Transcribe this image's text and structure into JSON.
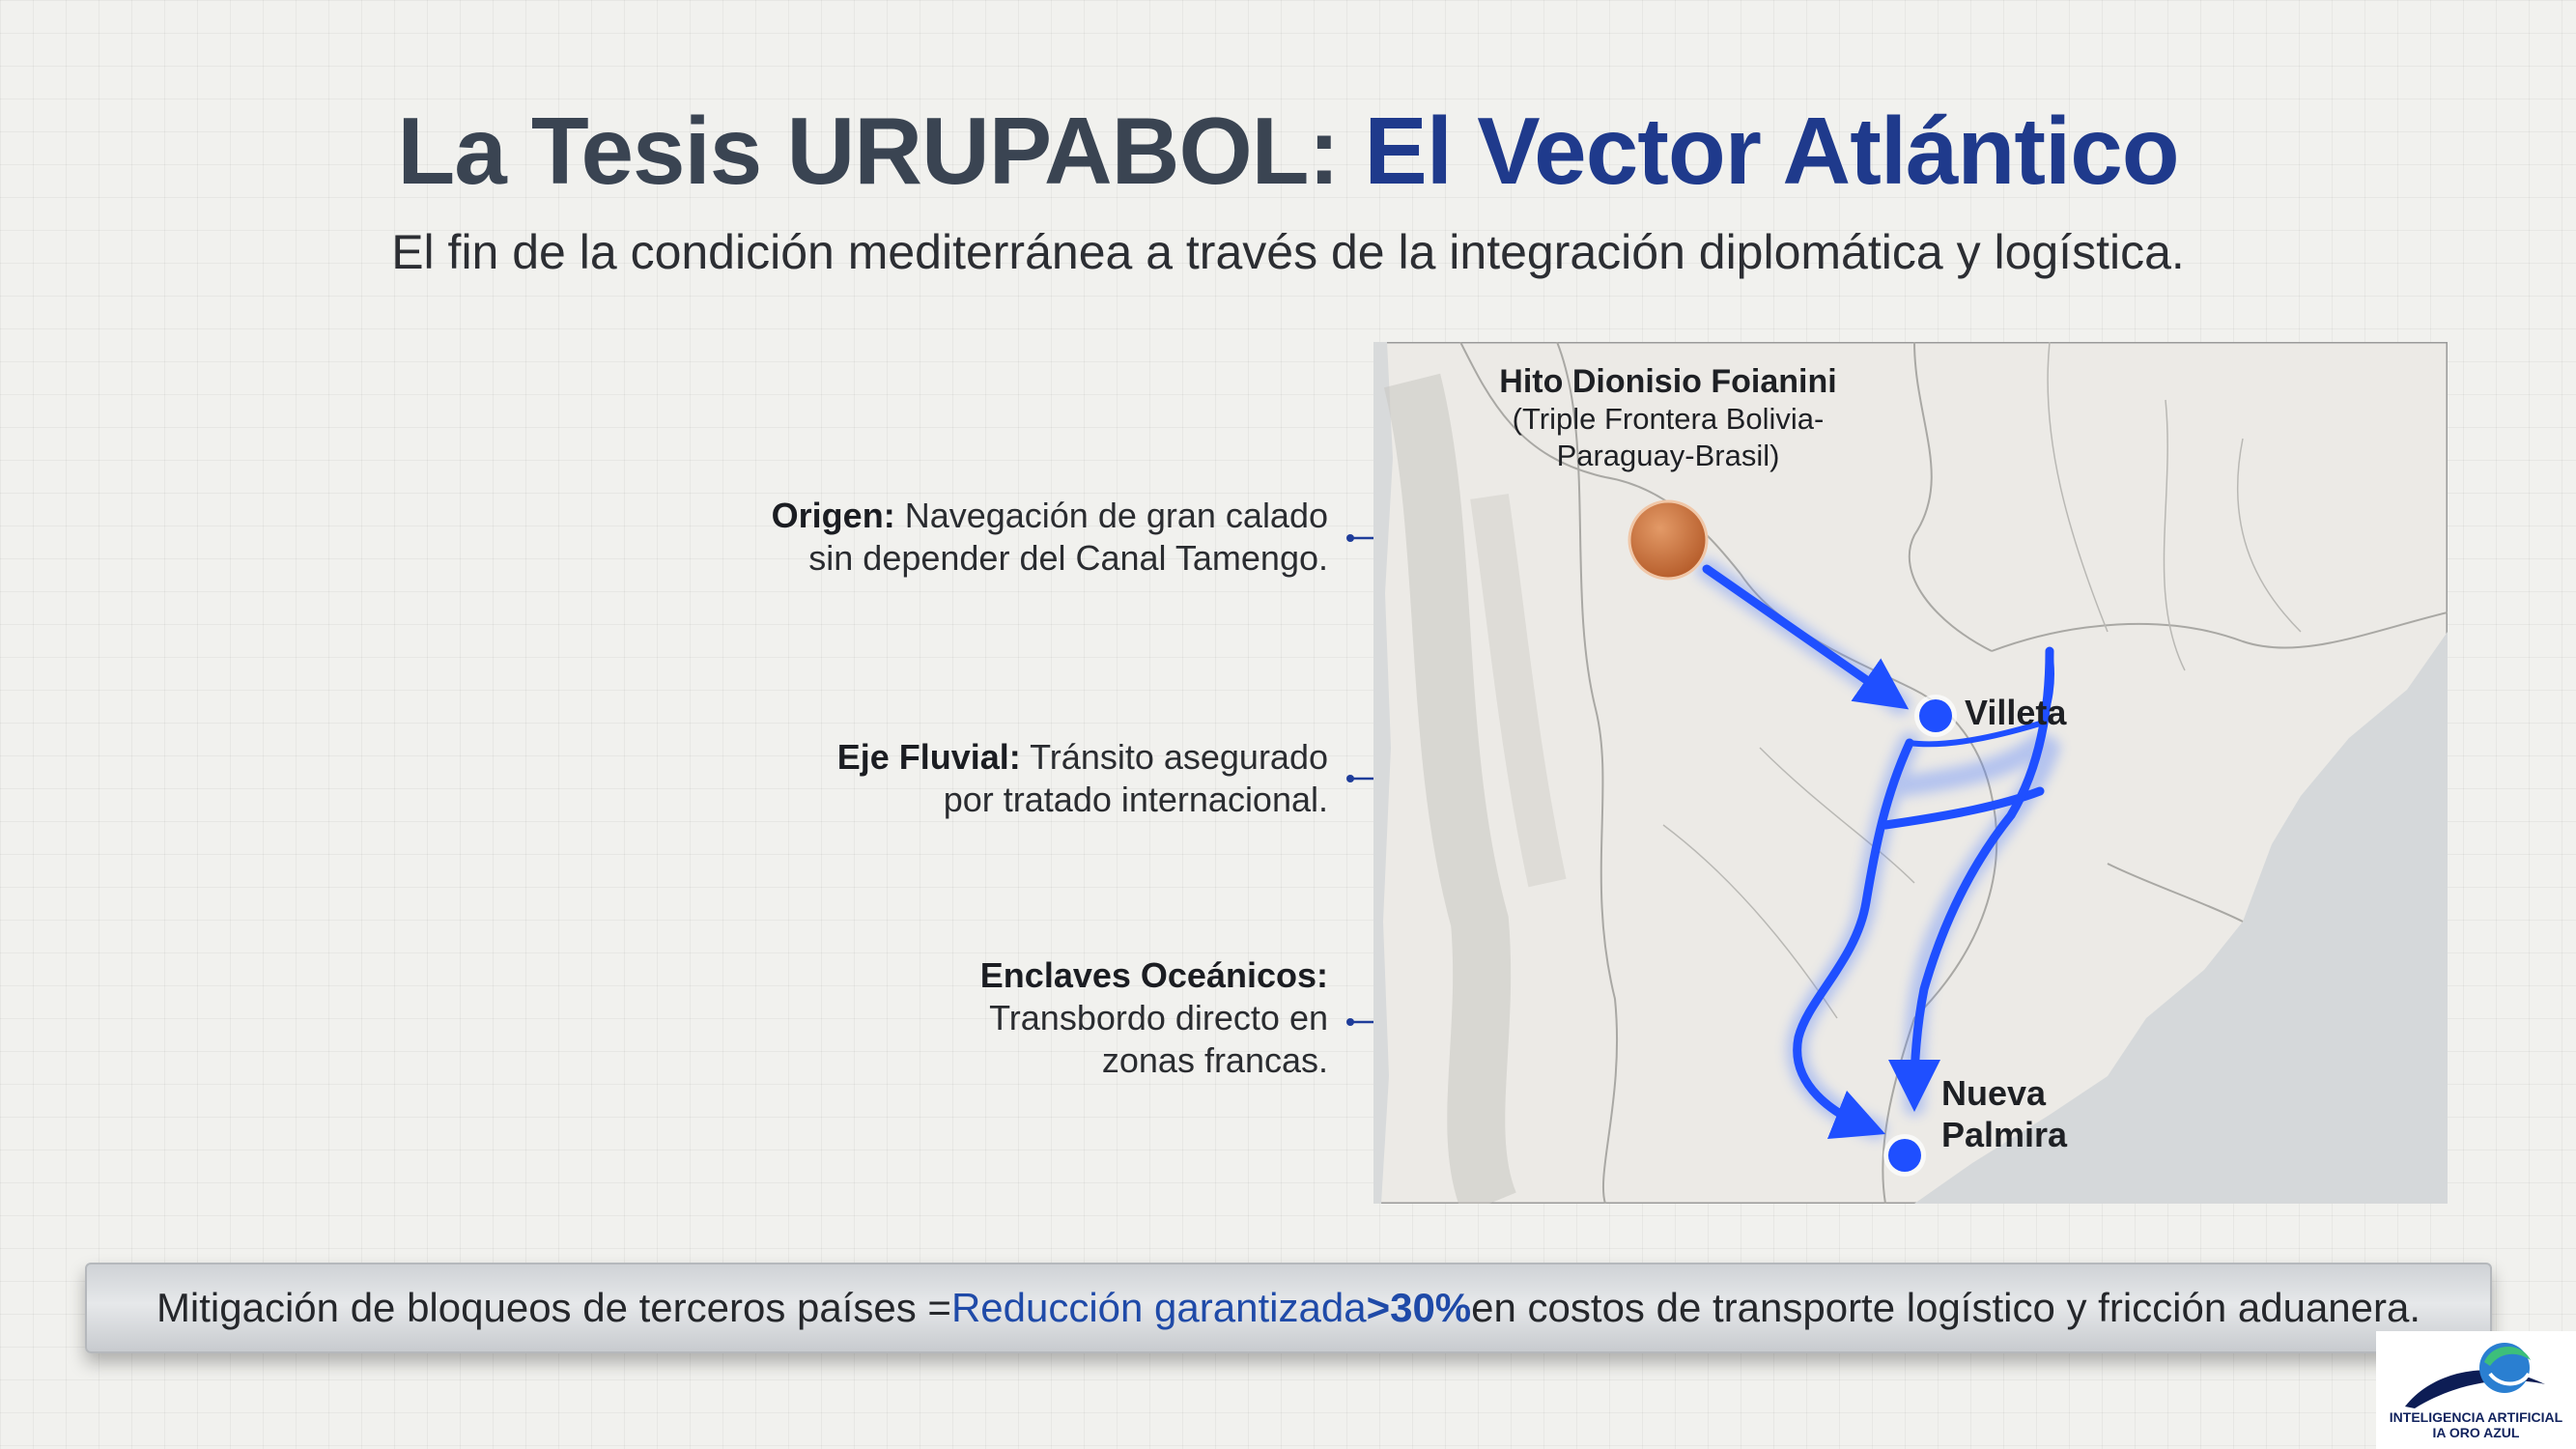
{
  "title": {
    "part1": "La Tesis URUPABOL: ",
    "part2": "El Vector Atlántico"
  },
  "subtitle": "El fin de la condición mediterránea a través de la integración diplomática y logística.",
  "callouts": {
    "origen": {
      "bold": "Origen:",
      "line1_rest": " Navegación de gran calado",
      "line2": "sin depender del Canal Tamengo."
    },
    "eje": {
      "bold": "Eje Fluvial:",
      "line1_rest": " Tránsito asegurado",
      "line2": "por tratado internacional."
    },
    "enclaves": {
      "bold": "Enclaves Oceánicos:",
      "line2": "Transbordo directo en",
      "line3": "zonas francas."
    }
  },
  "map": {
    "hito_title": "Hito Dionisio Foianini",
    "hito_sub1": "(Triple Frontera Bolivia-",
    "hito_sub2": "Paraguay-Brasil)",
    "villeta": "Villeta",
    "nueva": "Nueva",
    "palmira": "Palmira",
    "route_color": "#1f4fff",
    "origin_color": "#c8743f"
  },
  "banner": {
    "pre": "Mitigación de bloqueos de terceros países = ",
    "highlight": "Reducción garantizada",
    "value": " >30%",
    "post": " en costos de transporte logístico y fricción aduanera."
  },
  "logo": {
    "line1": "INTELIGENCIA ARTIFICIAL",
    "line2": "IA ORO AZUL"
  }
}
